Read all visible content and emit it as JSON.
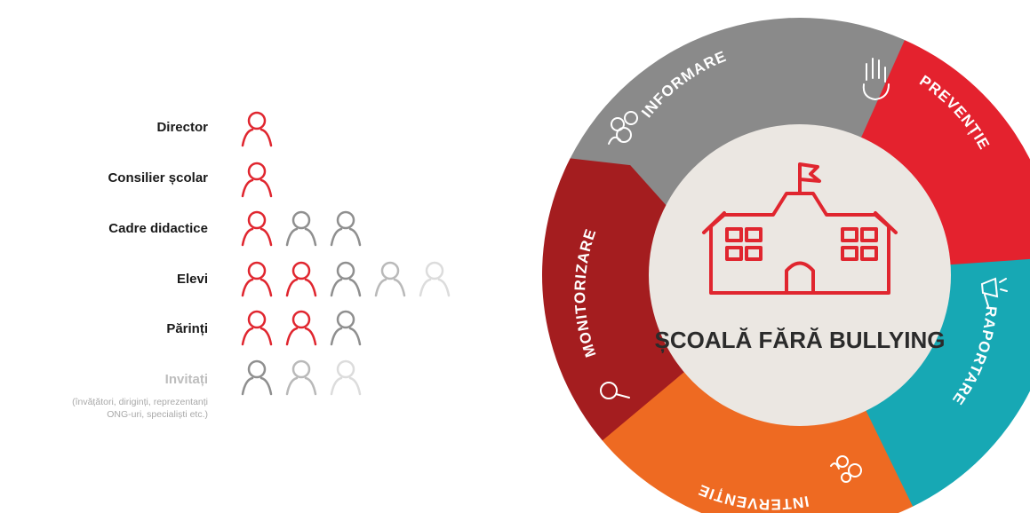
{
  "roles": [
    {
      "label": "Director",
      "icons": [
        "red"
      ]
    },
    {
      "label": "Consilier școlar",
      "icons": [
        "red"
      ]
    },
    {
      "label": "Cadre didactice",
      "icons": [
        "red",
        "gray",
        "gray"
      ]
    },
    {
      "label": "Elevi",
      "icons": [
        "red",
        "red",
        "gray",
        "lightgray",
        "faint"
      ]
    },
    {
      "label": "Părinți",
      "icons": [
        "red",
        "red",
        "gray"
      ]
    },
    {
      "label": "Invitați",
      "icons": [
        "gray",
        "lightgray",
        "faint"
      ]
    }
  ],
  "invited_note_line1": "(învățători, diriginți, reprezentanți",
  "invited_note_line2": "ONG-uri, specialiști etc.)",
  "center_title": "ȘCOALĂ FĂRĂ BULLYING",
  "segments": [
    {
      "label": "INFORMARE",
      "color": "#8a8a8a",
      "icon": "people-icon"
    },
    {
      "label": "PREVENȚIE",
      "color": "#e4222e",
      "icon": "hand-icon"
    },
    {
      "label": "RAPORTARE",
      "color": "#17a8b4",
      "icon": "megaphone-icon"
    },
    {
      "label": "INTERVENȚIE",
      "color": "#ee6a22",
      "icon": "intervention-icon"
    },
    {
      "label": "MONITORIZARE",
      "color": "#a41d1f",
      "icon": "magnifier-icon"
    }
  ],
  "colors": {
    "red": "#e0262f",
    "gray": "#8f8f8f",
    "lightgray": "#b9b9b9",
    "faint": "#dcdcdc",
    "center": "#ebe7e2"
  }
}
